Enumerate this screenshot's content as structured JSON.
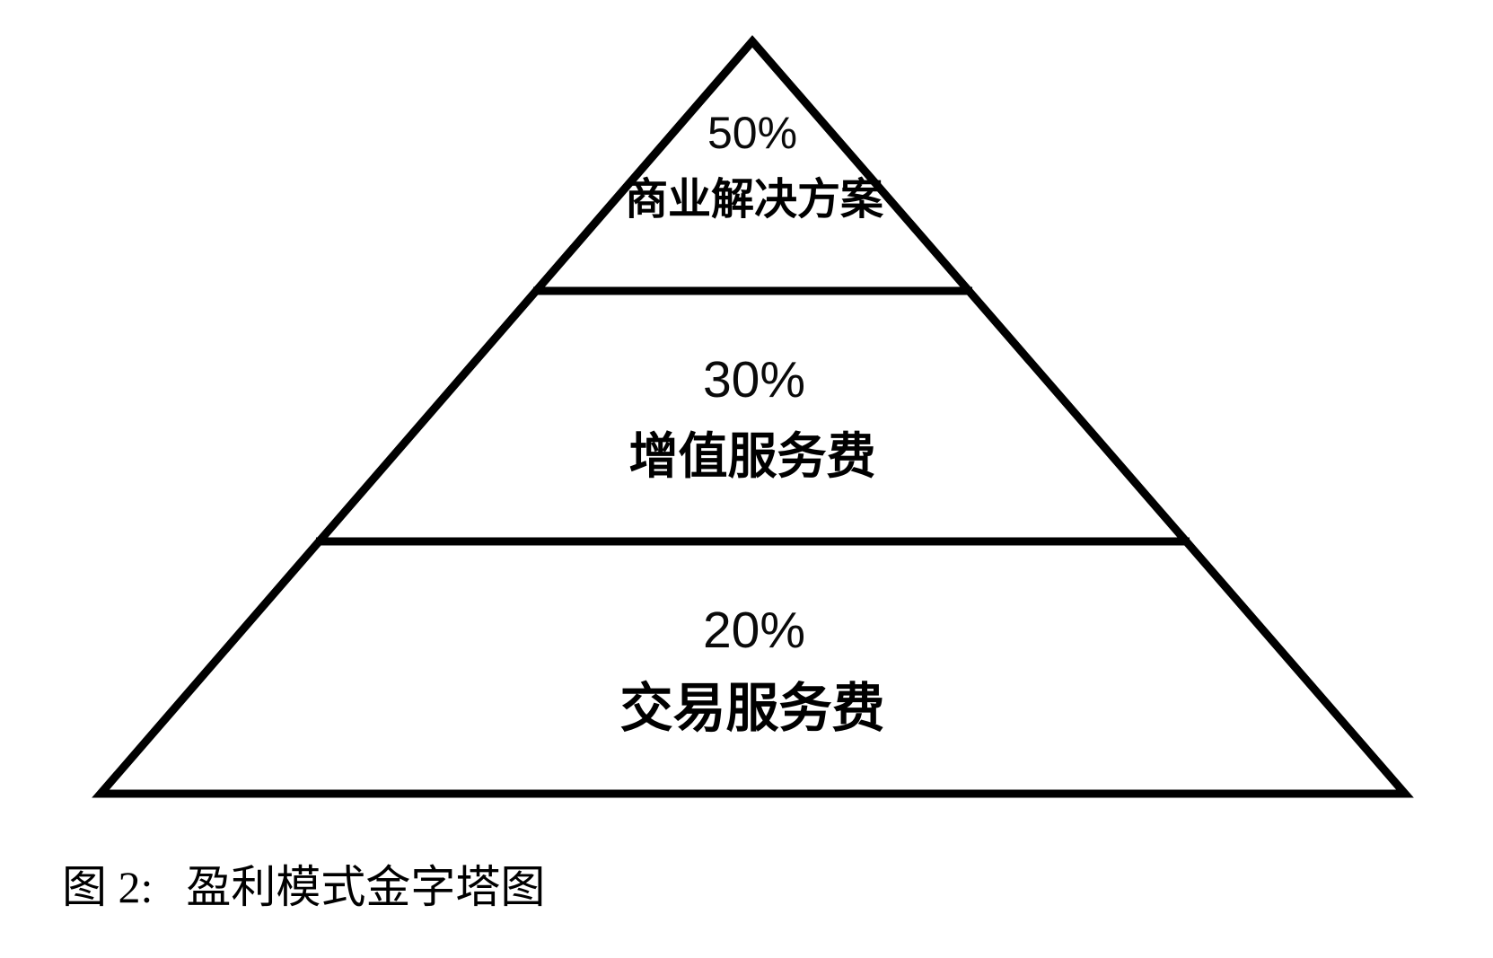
{
  "figure": {
    "type": "pyramid-diagram",
    "background_color": "#ffffff",
    "stroke_color": "#000000",
    "fill_color": "#ffffff",
    "tiers": [
      {
        "percent": "50%",
        "label": "商业解决方案"
      },
      {
        "percent": "30%",
        "label": "增值服务费"
      },
      {
        "percent": "20%",
        "label": "交易服务费"
      }
    ]
  },
  "chart_data": {
    "type": "pyramid",
    "categories": [
      "商业解决方案",
      "增值服务费",
      "交易服务费"
    ],
    "values": [
      50,
      30,
      20
    ],
    "value_labels": [
      "50%",
      "30%",
      "20%"
    ],
    "title": "盈利模式金字塔图",
    "order": "top-to-bottom"
  },
  "caption": {
    "label": "图 2:",
    "text": "盈利模式金字塔图"
  }
}
